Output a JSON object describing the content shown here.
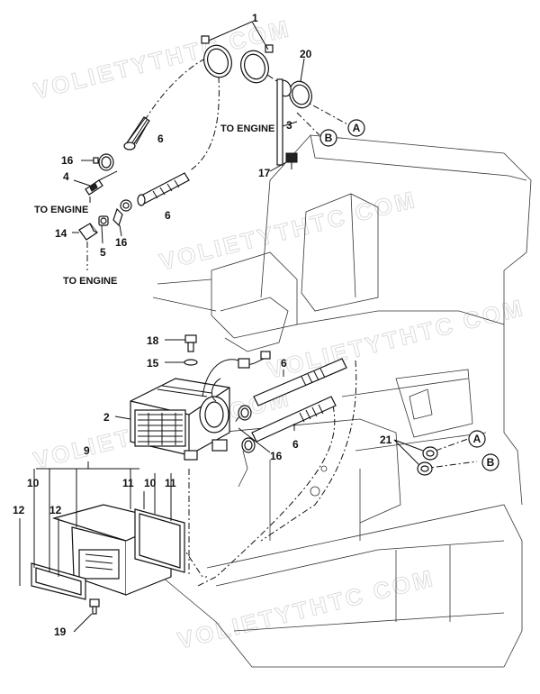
{
  "labels": {
    "p1": "1",
    "p2": "2",
    "p3": "3",
    "p4": "4",
    "p5": "5",
    "p6a": "6",
    "p6b": "6",
    "p6c": "6",
    "p6d": "6",
    "p9": "9",
    "p10a": "10",
    "p10b": "10",
    "p11a": "11",
    "p11b": "11",
    "p12a": "12",
    "p12b": "12",
    "p14": "14",
    "p15": "15",
    "p16a": "16",
    "p16b": "16",
    "p16c": "16",
    "p17": "17",
    "p18": "18",
    "p19": "19",
    "p20": "20",
    "p21": "21"
  },
  "callouts": {
    "a1": "A",
    "b1": "B",
    "a2": "A",
    "b2": "B"
  },
  "text": {
    "to_engine_1": "TO ENGINE",
    "to_engine_2": "TO ENGINE",
    "to_engine_3": "TO ENGINE"
  },
  "watermark": "VOLIETYTHTC COM"
}
